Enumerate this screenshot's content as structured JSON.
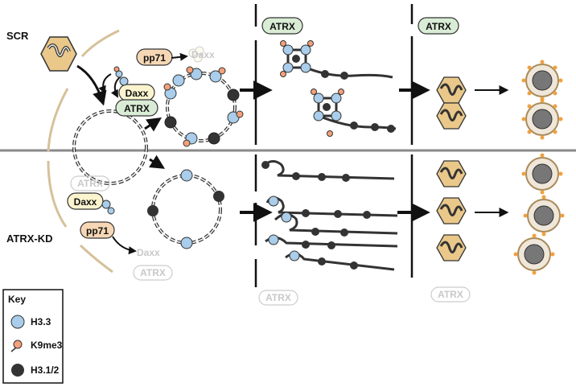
{
  "rows": {
    "top_label": "SCR",
    "bottom_label": "ATRX-KD"
  },
  "proteins": {
    "pp71": "pp71",
    "daxx": "Daxx",
    "atrx": "ATRX"
  },
  "key": {
    "title": "Key",
    "items": [
      {
        "label": "H3.3",
        "color": "#a9cdea"
      },
      {
        "label": "K9me3",
        "color": "#f4a07a"
      },
      {
        "label": "H3.1/2",
        "color": "#333333"
      }
    ]
  },
  "colors": {
    "h33": "#a9cdea",
    "k9me3": "#f4a07a",
    "h312": "#333333",
    "pp71_fill": "#f6d7b5",
    "daxx_fill": "#fbf4cf",
    "atrx_fill": "#d9ecd5",
    "capsid_fill": "#e9c88a",
    "envelope_line": "#d6c199",
    "divider": "#888888"
  }
}
